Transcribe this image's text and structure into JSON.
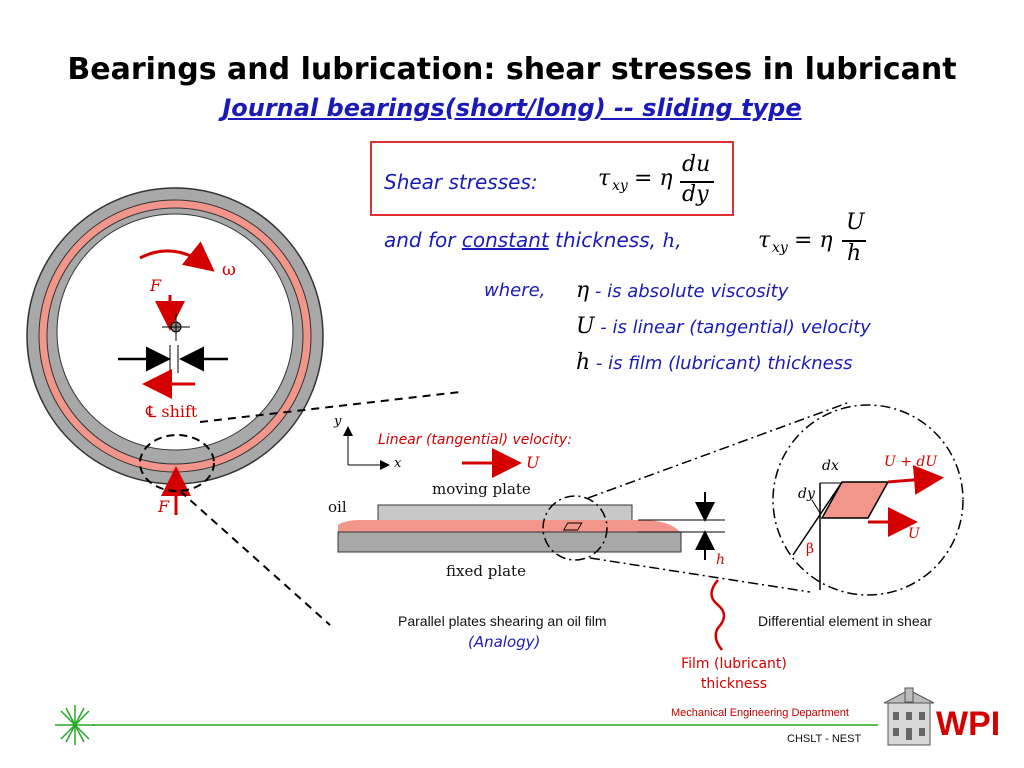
{
  "title": "Bearings and lubrication: shear stresses in lubricant",
  "subtitle": "Journal bearings(short/long) -- sliding type",
  "formulas": {
    "shear_label": "Shear stresses:",
    "tau": "τ",
    "xy": "xy",
    "eq": "= η",
    "du": "du",
    "dy": "dy",
    "constant_prefix": "and for ",
    "constant_word": "constant",
    "constant_suffix": " thickness, ",
    "h_symbol": "h",
    "comma": ",",
    "U": "U",
    "h": "h"
  },
  "where": {
    "label": "where,",
    "items": [
      {
        "symbol": "η",
        "text": " - is absolute viscosity"
      },
      {
        "symbol": "U",
        "text": " - is linear (tangential) velocity"
      },
      {
        "symbol": "h",
        "text": " - is film (lubricant) thickness"
      }
    ]
  },
  "bearing": {
    "F_top": "F",
    "omega": "ω",
    "shift": "℄ shift",
    "F_bottom": "F"
  },
  "plates": {
    "axis_y": "y",
    "axis_x": "x",
    "velocity_label": "Linear (tangential) velocity:",
    "U": "U",
    "moving_plate": "moving plate",
    "oil": "oil",
    "fixed_plate": "fixed plate",
    "h": "h",
    "caption": "Parallel plates shearing an oil film",
    "analogy": "(Analogy)"
  },
  "element": {
    "dx": "dx",
    "dy": "dy",
    "U_plus_dU": "U + dU",
    "U": "U",
    "beta": "β",
    "caption": "Differential element in shear"
  },
  "film_label_1": "Film (lubricant)",
  "film_label_2": "thickness",
  "footer": {
    "department": "Mechanical Engineering Department",
    "nest": "CHSLT - NEST",
    "logo": "WPI"
  },
  "colors": {
    "title_blue": "#1a1ab8",
    "accent_red": "#d40000",
    "film_pink": "#f08a80",
    "ring_gray": "#a0a0a0",
    "footer_green": "#22aa22"
  }
}
